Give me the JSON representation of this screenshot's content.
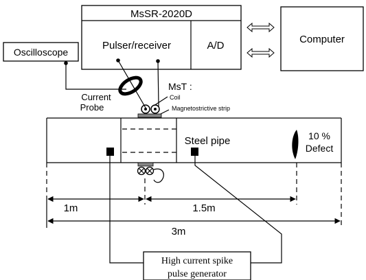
{
  "system": {
    "name": "MsSR-2020D",
    "pulser_receiver": "Pulser/receiver",
    "ad": "A/D"
  },
  "computer": "Computer",
  "oscilloscope": "Oscilloscope",
  "current_probe": [
    "Current",
    "Probe"
  ],
  "mst": {
    "title": "MsT :",
    "coil": "Coil",
    "strip": "Magnetostrictive strip"
  },
  "pipe_label": "Steel pipe",
  "defect": [
    "10 %",
    "Defect"
  ],
  "dimensions": {
    "d1": "1m",
    "d2": "1.5m",
    "d3": "3m"
  },
  "generator": [
    "High current spike",
    "pulse generator"
  ]
}
